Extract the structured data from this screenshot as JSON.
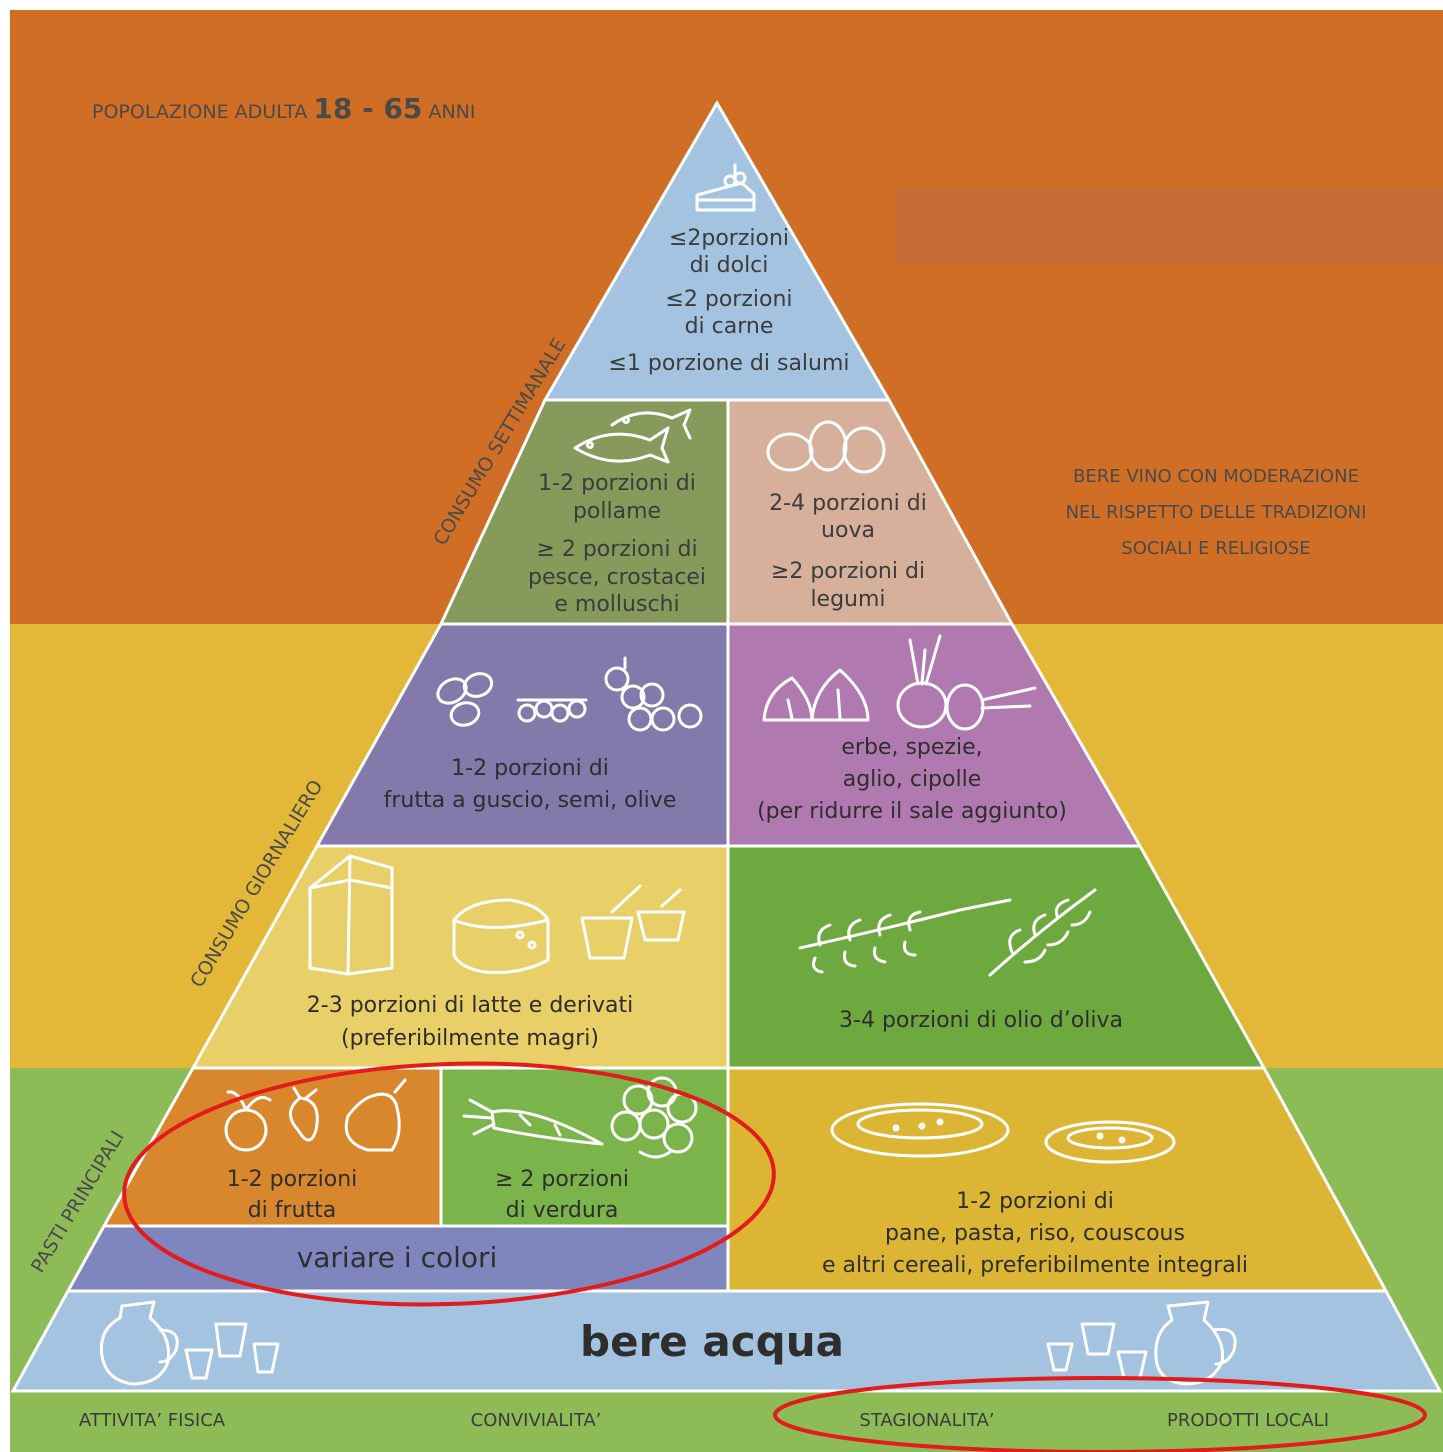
{
  "header": {
    "population_prefix": "POPOLAZIONE ADULTA ",
    "population_range": "18 - 65",
    "population_suffix": " ANNI"
  },
  "wine_note": {
    "line1": "BERE VINO CON MODERAZIONE",
    "line2": "NEL RISPETTO DELLE TRADIZIONI",
    "line3": "SOCIALI E RELIGIOSE"
  },
  "side_labels": {
    "weekly": "CONSUMO SETTIMANALE",
    "daily": "CONSUMO GIORNALIERO",
    "meals": "PASTI PRINCIPALI"
  },
  "apex": {
    "line1": "≤2porzioni",
    "line2": "di dolci",
    "line3": "≤2 porzioni",
    "line4": "di carne",
    "line5": "≤1 porzione di salumi"
  },
  "poultry_fish": {
    "line1": "1-2 porzioni di",
    "line2": "pollame",
    "line3": "≥ 2 porzioni di",
    "line4": "pesce, crostacei",
    "line5": "e molluschi"
  },
  "eggs_legumes": {
    "line1": "2-4 porzioni di",
    "line2": "uova",
    "line3": "≥2 porzioni di",
    "line4": "legumi"
  },
  "nuts": {
    "line1": "1-2 porzioni di",
    "line2": "frutta a guscio, semi, olive"
  },
  "herbs": {
    "line1": "erbe, spezie,",
    "line2": "aglio, cipolle",
    "line3": "(per ridurre il sale aggiunto)"
  },
  "dairy": {
    "line1": "2-3 porzioni di latte e derivati",
    "line2": "(preferibilmente magri)"
  },
  "oil": {
    "line1": "3-4 porzioni di olio d’oliva"
  },
  "fruit": {
    "line1": "1-2 porzioni",
    "line2": "di frutta"
  },
  "vegetables": {
    "line1": "≥ 2 porzioni",
    "line2": "di verdura"
  },
  "colors_band": {
    "label": "variare i colori"
  },
  "cereals": {
    "line1": "1-2 porzioni di",
    "line2": "pane, pasta, riso, couscous",
    "line3": "e altri cereali, preferibilmente integrali"
  },
  "water": {
    "label": "bere acqua"
  },
  "footer": {
    "item1": "ATTIVITA’ FISICA",
    "item2": "CONVIVIALITA’",
    "item3": "STAGIONALITA’",
    "item4": "PRODOTTI LOCALI"
  },
  "colors": {
    "orange_band": "#d06e25",
    "yellow_band": "#e3b838",
    "green_band": "#8dbb55",
    "apex_blue": "#a3c3e0",
    "olive_green": "#869a5b",
    "peach": "#d6b09a",
    "lavender": "#8379aa",
    "mauve": "#b07ab0",
    "light_yellow": "#e9cf68",
    "bright_green": "#6ea940",
    "fruit_orange": "#d9872d",
    "veg_green": "#7ab44a",
    "colors_violet": "#7f86bd",
    "cereal_yellow": "#ddb535",
    "water_blue": "#a3c3e0",
    "annotation_red": "#e31b1b"
  },
  "icons": [
    "cake-icon",
    "fish-icon",
    "eggs-icon",
    "nuts-icon",
    "olives-icon",
    "garlic-icon",
    "onion-icon",
    "milk-carton-icon",
    "cheese-icon",
    "yogurt-icon",
    "olive-branch-icon",
    "fruit-icon",
    "carrot-icon",
    "broccoli-icon",
    "pasta-bowl-icon",
    "water-jug-icon",
    "cups-icon"
  ]
}
